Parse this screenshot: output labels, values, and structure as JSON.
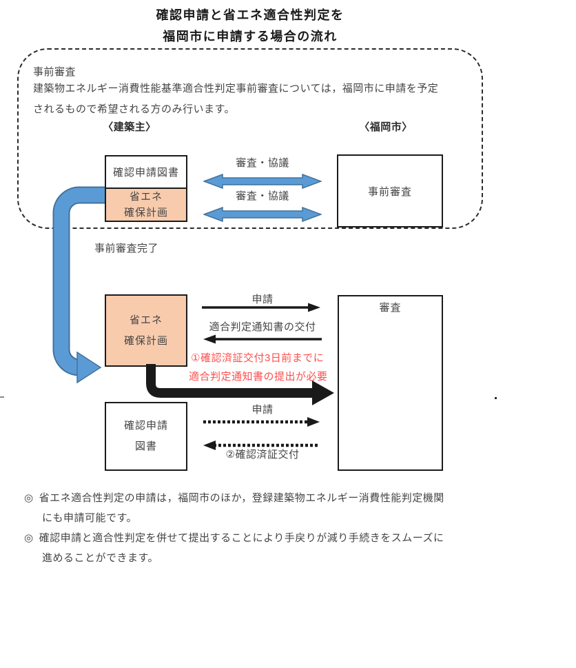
{
  "colors": {
    "blue": "#5B9BD5",
    "blue_border": "#41719C",
    "peach": "#F8CBAD",
    "red": "#FF4D4D",
    "ink": "#454545"
  },
  "title": {
    "line1": "確認申請と省エネ適合性判定を",
    "line2": "福岡市に申請する場合の流れ"
  },
  "pre_review": {
    "heading": "事前審査",
    "desc_line1": "建築物エネルギー消費性能基準適合性判定事前審査については，福岡市に申請を予定",
    "desc_line2": "されるもので希望される方のみ行います。",
    "owner_heading": "〈建築主〉",
    "city_heading": "〈福岡市〉",
    "documents_box": {
      "title": "確認申請図書",
      "sub_line1": "省エネ",
      "sub_line2": "確保計画"
    },
    "upper_arrow_label": "審査・協議",
    "lower_arrow_label": "審査・協議",
    "city_box_label": "事前審査"
  },
  "completion_label": "事前審査完了",
  "energy_flow": {
    "box_line1": "省エネ",
    "box_line2": "確保計画",
    "apply_arrow_label": "申請",
    "notice_arrow_label": "適合判定通知書の交付",
    "red_note_line1": "①確認済証交付3日前までに",
    "red_note_line2": "適合判定通知書の提出が必要"
  },
  "confirm_flow": {
    "box_line1": "確認申請",
    "box_line2": "図書",
    "apply_arrow_label": "申請",
    "issue_arrow_label": "②確認済証交付"
  },
  "review_box_label": "審査",
  "notes": {
    "n1_marker": "◎",
    "n1_line1": "省エネ適合性判定の申請は，福岡市のほか，登録建築物エネルギー消費性能判定機関",
    "n1_line2": "にも申請可能です。",
    "n2_marker": "◎",
    "n2_line1": "確認申請と適合性判定を併せて提出することにより手戻りが減り手続きをスムーズに",
    "n2_line2": "進めることができます。"
  }
}
